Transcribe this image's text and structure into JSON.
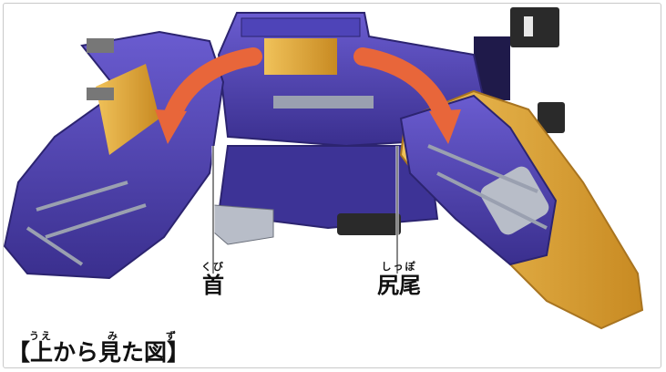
{
  "image": {
    "description_icons": [
      "toy-robot-body",
      "neck-arrow-icon",
      "tail-arrow-icon"
    ]
  },
  "labels": {
    "neck": {
      "ruby": "くび",
      "text": "首"
    },
    "tail": {
      "ruby": "しっぽ",
      "text": "尻尾"
    }
  },
  "caption": {
    "ruby": [
      "うえ",
      "み",
      "ず"
    ],
    "text": "【上から見た図】"
  },
  "colors": {
    "body_blue": "#4a3ea8",
    "body_blue_dark": "#2c2470",
    "accent_gold": "#d9a432",
    "arrow_orange": "#e8663a",
    "chrome": "#b8bdc8"
  }
}
